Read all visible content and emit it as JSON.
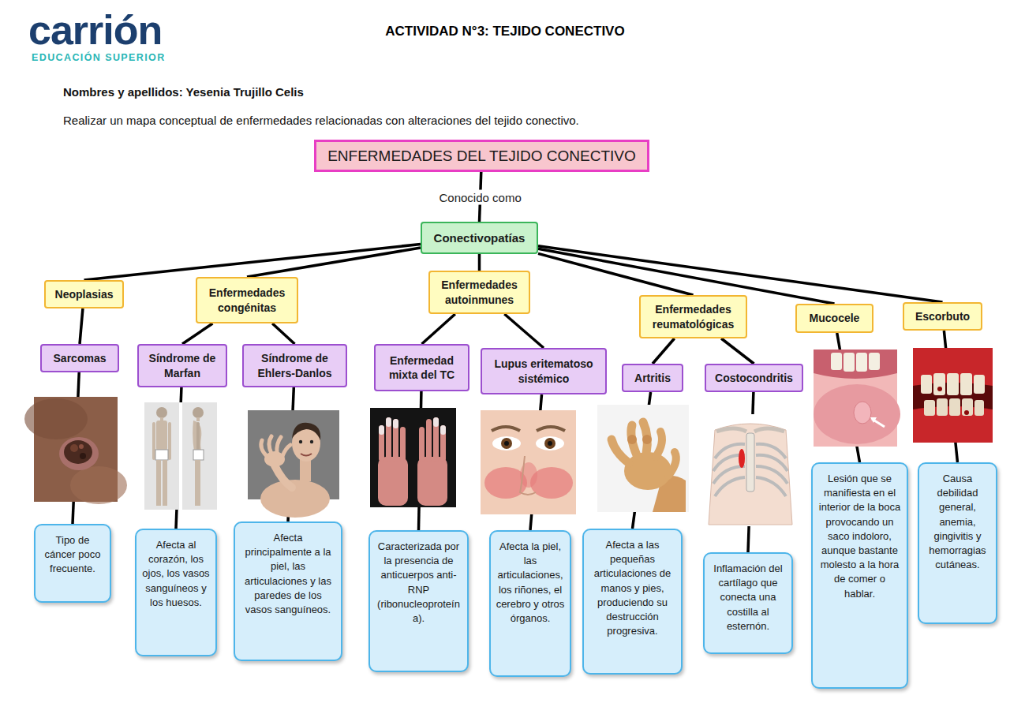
{
  "diagram": {
    "title": "ACTIVIDAD N°3: TEJIDO CONECTIVO",
    "nodes": [
      {
        "text": [
          "ENFERMEDADES DEL TEJIDO CONECTIVO"
        ]
      },
      {
        "text": [
          "Conectivopatías"
        ]
      },
      {
        "text": [
          "Neoplasias"
        ]
      },
      {
        "text": [
          "Enfermedades congénitas"
        ]
      },
      {
        "text": [
          "Enfermedades autoinmunes"
        ]
      },
      {
        "text": [
          "Enfermedades reumatológicas"
        ]
      },
      {
        "text": [
          "Mucocele"
        ]
      },
      {
        "text": [
          "Escorbuto"
        ]
      },
      {
        "text": [
          "Sarcomas"
        ]
      },
      {
        "text": [
          "Síndrome de Marfan"
        ]
      },
      {
        "text": [
          "Síndrome de Ehlers-Danlos"
        ]
      },
      {
        "text": [
          "Enfermedad mixta del TC"
        ]
      },
      {
        "text": [
          "Lupus eritematoso sistémico"
        ]
      },
      {
        "text": [
          "Artritis"
        ]
      },
      {
        "text": [
          "Costocondritis"
        ]
      },
      {
        "text": [
          "Tipo de cáncer poco frecuente."
        ]
      },
      {
        "text": [
          "Afecta al corazón, los ojos, los vasos sanguíneos y los huesos."
        ]
      },
      {
        "text": [
          "Afecta principalmente a la piel, las articulaciones y las paredes de los vasos sanguíneos."
        ]
      },
      {
        "text": [
          "Caracterizada por la presencia de anticuerpos anti-RNP (ribonucleoproteína)."
        ]
      },
      {
        "text": [
          "Afecta la piel, las articulaciones, los riñones, el cerebro y otros órganos."
        ]
      },
      {
        "text": [
          "Afecta a las pequeñas articulaciones de manos y pies, produciendo su destrucción progresiva."
        ]
      },
      {
        "text": [
          "Inflamación del cartílago que conecta una costilla al esternón."
        ]
      },
      {
        "text": [
          "Lesión que se manifiesta en el interior de la boca provocando un saco indoloro, aunque bastante molesto a la hora de comer o hablar."
        ]
      },
      {
        "text": [
          "Causa debilidad general, anemia, gingivitis y hemorragias cutáneas."
        ]
      }
    ],
    "edges": [
      {
        "from": 0,
        "to": 1,
        "label": "Conocido como",
        "arrow": "none"
      },
      {
        "from": 1,
        "to": 2,
        "arrow": "none"
      },
      {
        "from": 1,
        "to": 3,
        "arrow": "none"
      },
      {
        "from": 1,
        "to": 4,
        "arrow": "none"
      },
      {
        "from": 1,
        "to": 5,
        "arrow": "none"
      },
      {
        "from": 1,
        "to": 6,
        "arrow": "none"
      },
      {
        "from": 1,
        "to": 7,
        "arrow": "none"
      },
      {
        "from": 2,
        "to": 8,
        "arrow": "none"
      },
      {
        "from": 3,
        "to": 9,
        "arrow": "none"
      },
      {
        "from": 3,
        "to": 10,
        "arrow": "none"
      },
      {
        "from": 4,
        "to": 11,
        "arrow": "none"
      },
      {
        "from": 4,
        "to": 12,
        "arrow": "none"
      },
      {
        "from": 5,
        "to": 13,
        "arrow": "none"
      },
      {
        "from": 5,
        "to": 14,
        "arrow": "none"
      },
      {
        "from": 8,
        "to": 15,
        "arrow": "none"
      },
      {
        "from": 9,
        "to": 16,
        "arrow": "none"
      },
      {
        "from": 10,
        "to": 17,
        "arrow": "none"
      },
      {
        "from": 11,
        "to": 18,
        "arrow": "none"
      },
      {
        "from": 12,
        "to": 19,
        "arrow": "none"
      },
      {
        "from": 13,
        "to": 20,
        "arrow": "none"
      },
      {
        "from": 14,
        "to": 21,
        "arrow": "none"
      },
      {
        "from": 6,
        "to": 22,
        "arrow": "none"
      },
      {
        "from": 7,
        "to": 23,
        "arrow": "none"
      }
    ],
    "labels": [
      "carrión",
      "EDUCACIÓN SUPERIOR",
      "Nombres y apellidos: Yesenia Trujillo Celis",
      "Realizar un mapa conceptual de enfermedades relacionadas con alteraciones del tejido conectivo."
    ]
  }
}
